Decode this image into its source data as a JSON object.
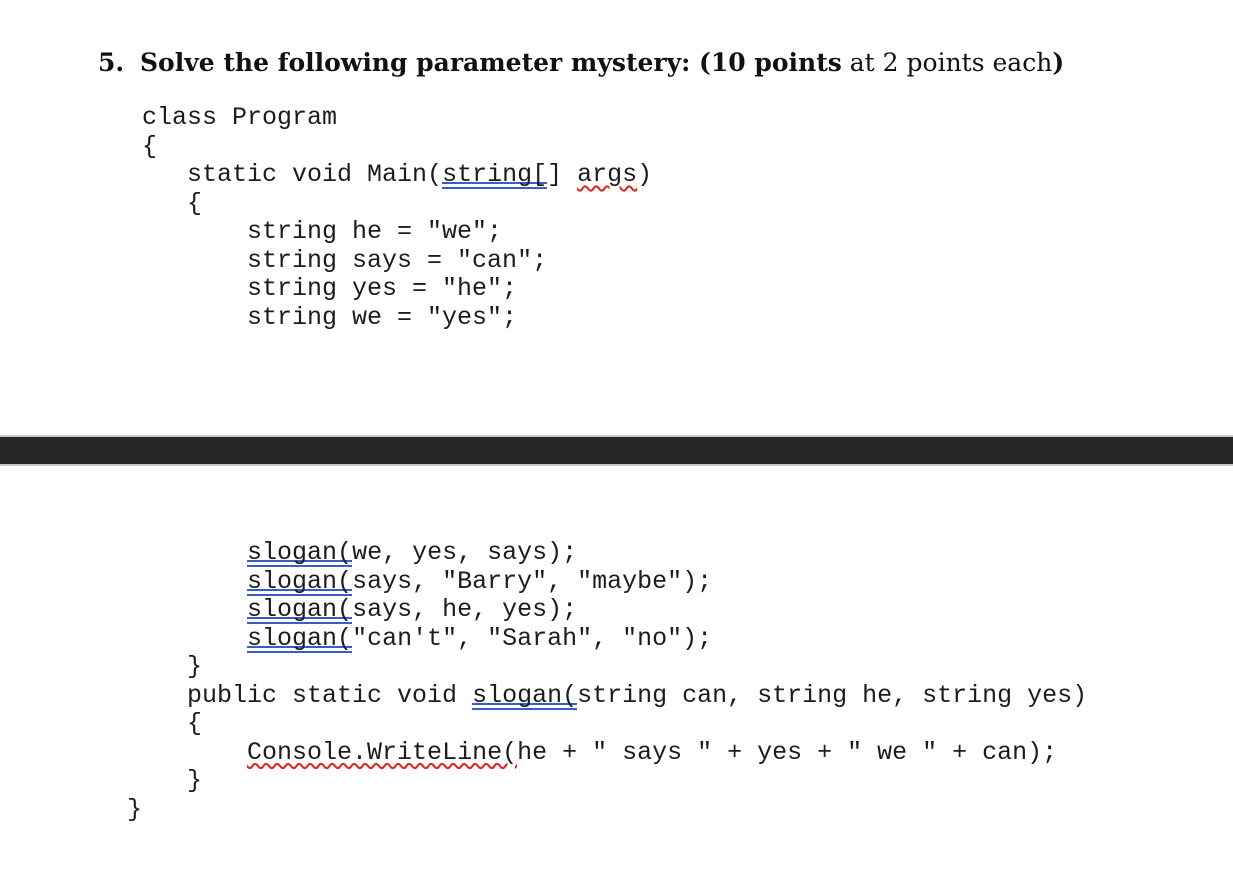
{
  "colors": {
    "grammar_blue": "#3a5cc5",
    "spell_red": "#e02121",
    "divider_dark": "#262626",
    "divider_edge": "#c9c9c9",
    "code_text": "#1c1c1c"
  },
  "heading": {
    "number": "5.",
    "parts": [
      {
        "text": "Solve the following parameter mystery: (10 points",
        "bold": true
      },
      {
        "text": " at 2 points each",
        "bold": false
      },
      {
        "text": ")",
        "bold": true
      }
    ]
  },
  "code_blocks": [
    {
      "name": "upper-code-block",
      "lines": [
        [
          {
            "t": " class Program"
          }
        ],
        [
          {
            "t": " {"
          }
        ],
        [
          {
            "t": "    static void Main("
          },
          {
            "t": "string[",
            "m": "blue"
          },
          {
            "t": "] "
          },
          {
            "t": "args",
            "m": "red"
          },
          {
            "t": ")"
          }
        ],
        [
          {
            "t": "    {"
          }
        ],
        [
          {
            "t": "        string he = \"we\";"
          }
        ],
        [
          {
            "t": "        string says = \"can\";"
          }
        ],
        [
          {
            "t": "        string yes = \"he\";"
          }
        ],
        [
          {
            "t": "        string we = \"yes\";"
          }
        ]
      ]
    },
    {
      "name": "lower-code-block",
      "lines": [
        [
          {
            "t": "        "
          },
          {
            "t": "slogan(",
            "m": "blue"
          },
          {
            "t": "we, yes, says);"
          }
        ],
        [
          {
            "t": "        "
          },
          {
            "t": "slogan(",
            "m": "blue"
          },
          {
            "t": "says, \"Barry\", \"maybe\");"
          }
        ],
        [
          {
            "t": "        "
          },
          {
            "t": "slogan(",
            "m": "blue"
          },
          {
            "t": "says, he, yes);"
          }
        ],
        [
          {
            "t": "        "
          },
          {
            "t": "slogan(",
            "m": "blue"
          },
          {
            "t": "\"can't\", \"Sarah\", \"no\");"
          }
        ],
        [
          {
            "t": "    }"
          }
        ],
        [
          {
            "t": "    public static void "
          },
          {
            "t": "slogan(",
            "m": "blue"
          },
          {
            "t": "string can, string he, string yes)"
          }
        ],
        [
          {
            "t": "    {"
          }
        ],
        [
          {
            "t": "        "
          },
          {
            "t": "Console.WriteLine(",
            "m": "red"
          },
          {
            "t": "he + \" says \" + yes + \" we \" + can);"
          }
        ],
        [
          {
            "t": "    }"
          }
        ],
        [
          {
            "t": "}"
          }
        ]
      ]
    }
  ]
}
